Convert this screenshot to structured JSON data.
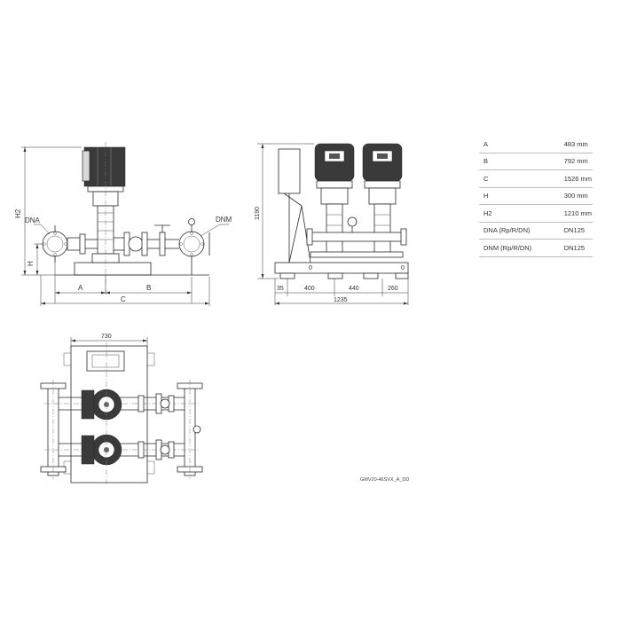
{
  "specs": {
    "rows": [
      {
        "key": "A",
        "value": "483 mm"
      },
      {
        "key": "B",
        "value": "792 mm"
      },
      {
        "key": "C",
        "value": "1526 mm"
      },
      {
        "key": "H",
        "value": "300 mm"
      },
      {
        "key": "H2",
        "value": "1210 mm"
      },
      {
        "key": "DNA (Rp/R/DN)",
        "value": "DN125"
      },
      {
        "key": "DNM (Rp/R/DN)",
        "value": "DN125"
      }
    ]
  },
  "front_view": {
    "label_dna": "DNA",
    "label_dnm": "DNM",
    "label_h2": "H2",
    "label_h": "H",
    "label_a": "A",
    "label_b": "B",
    "label_c": "C"
  },
  "side_view": {
    "height": "1190",
    "dim_35": "35",
    "dim_400": "400",
    "dim_440": "440",
    "dim_260": "260",
    "dim_total": "1235",
    "zero_left": "0",
    "zero_right": "0"
  },
  "top_view": {
    "width": "730"
  },
  "drawing_code": "GMV20-46SVX_A_DD"
}
